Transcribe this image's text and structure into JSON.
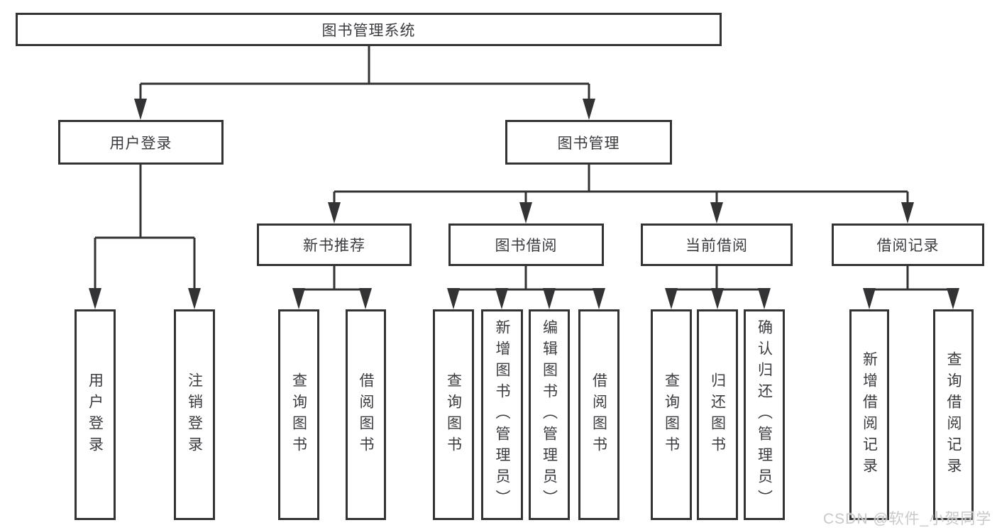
{
  "tree": {
    "root": "图书管理系统",
    "branches": [
      {
        "label": "用户登录",
        "children": [
          "用户登录",
          "注销登录"
        ]
      },
      {
        "label": "图书管理",
        "sections": [
          {
            "label": "新书推荐",
            "children": [
              "查询图书",
              "借阅图书"
            ]
          },
          {
            "label": "图书借阅",
            "children": [
              "查询图书",
              "新增图书（管理员）",
              "编辑图书（管理员）",
              "借阅图书"
            ]
          },
          {
            "label": "当前借阅",
            "children": [
              "查询图书",
              "归还图书",
              "确认归还（管理员）"
            ]
          },
          {
            "label": "借阅记录",
            "children": [
              "新增借阅记录",
              "查询借阅记录"
            ]
          }
        ]
      }
    ]
  },
  "watermark": "CSDN @软件_小贺同学",
  "colors": {
    "line": "#333336",
    "text": "#3b3b40",
    "box_background": "#ffffff",
    "watermark": "#c9c9c9"
  }
}
